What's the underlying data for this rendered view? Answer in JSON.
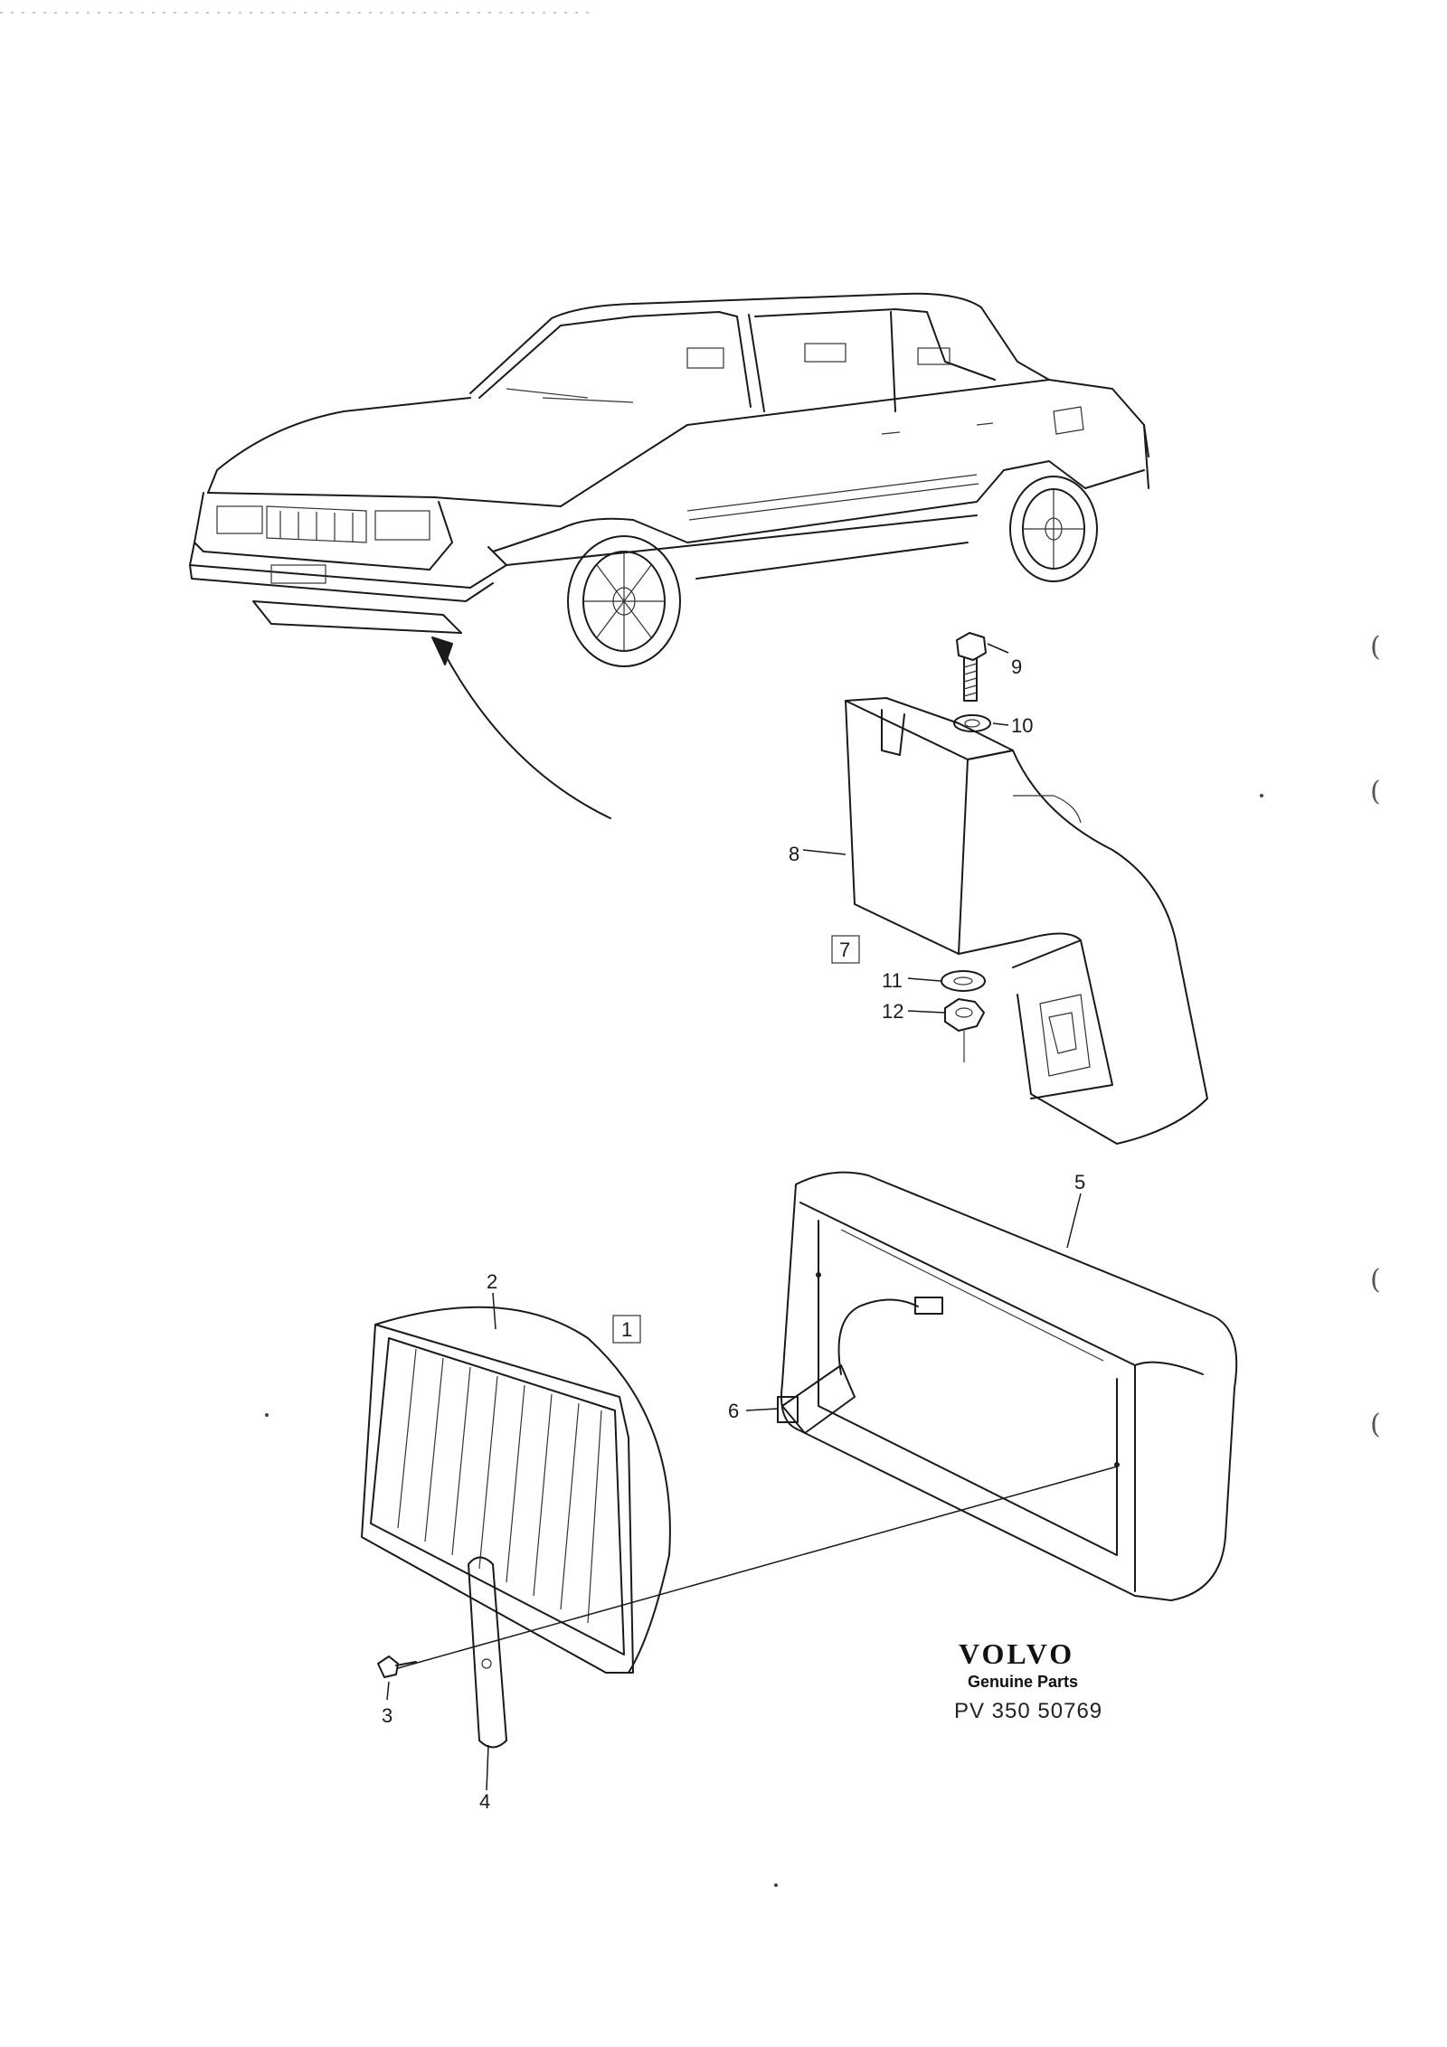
{
  "callouts": {
    "c1": "1",
    "c2": "2",
    "c3": "3",
    "c4": "4",
    "c5": "5",
    "c6": "6",
    "c7": "7",
    "c8": "8",
    "c9": "9",
    "c10": "10",
    "c11": "11",
    "c12": "12"
  },
  "branding": {
    "logo": "VOLVO",
    "genuine": "Genuine Parts",
    "code": "PV 350 50769"
  },
  "margin_marks": {
    "m1": "(",
    "m2": "(",
    "m3": "(",
    "m4": "("
  },
  "colors": {
    "ink": "#1a1a1a",
    "paper": "#ffffff"
  }
}
